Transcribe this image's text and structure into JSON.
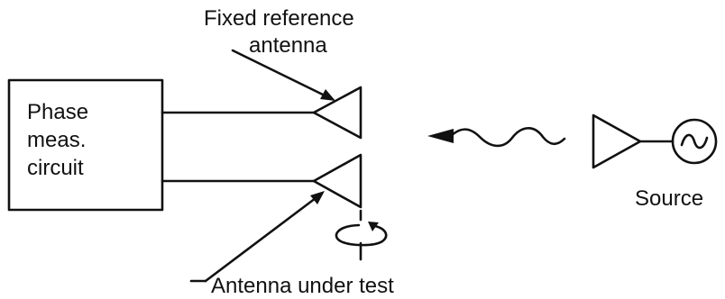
{
  "labels": {
    "fixed_reference_line1": "Fixed reference",
    "fixed_reference_line2": "antenna",
    "circuit_line1": "Phase",
    "circuit_line2": "meas.",
    "circuit_line3": "circuit",
    "source": "Source",
    "antenna_under_test": "Antenna under test"
  },
  "colors": {
    "ink": "#111111",
    "background": "#ffffff"
  },
  "icons": {
    "source": "sine-wave-generator-icon",
    "rotation": "rotation-arrow-icon",
    "wave": "wavy-arrow-icon"
  }
}
